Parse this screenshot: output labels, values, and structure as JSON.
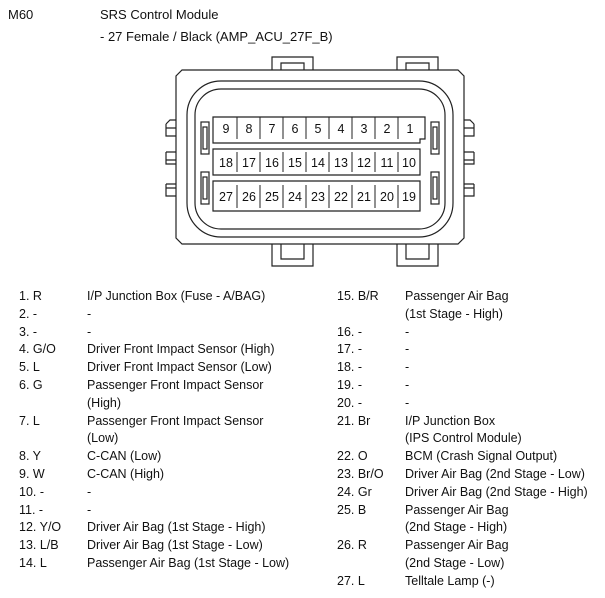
{
  "header": {
    "code": "M60",
    "title": "SRS Control Module",
    "subtitle": "- 27 Female / Black (AMP_ACU_27F_B)"
  },
  "connector": {
    "row1": [
      "9",
      "8",
      "7",
      "6",
      "5",
      "4",
      "3",
      "2",
      "1"
    ],
    "row2": [
      "18",
      "17",
      "16",
      "15",
      "14",
      "13",
      "12",
      "11",
      "10"
    ],
    "row3": [
      "27",
      "26",
      "25",
      "24",
      "23",
      "22",
      "21",
      "20",
      "19"
    ]
  },
  "pins_left": [
    {
      "pin": "1. R",
      "lines": [
        "I/P Junction Box (Fuse - A/BAG)"
      ]
    },
    {
      "pin": "2. -",
      "lines": [
        "-"
      ]
    },
    {
      "pin": "3. -",
      "lines": [
        "-"
      ]
    },
    {
      "pin": "4. G/O",
      "lines": [
        "Driver Front Impact Sensor (High)"
      ]
    },
    {
      "pin": "5. L",
      "lines": [
        "Driver Front Impact Sensor (Low)"
      ]
    },
    {
      "pin": "6. G",
      "lines": [
        "Passenger Front Impact Sensor",
        "(High)"
      ]
    },
    {
      "pin": "7. L",
      "lines": [
        "Passenger Front Impact Sensor",
        "(Low)"
      ]
    },
    {
      "pin": "8. Y",
      "lines": [
        "C-CAN (Low)"
      ]
    },
    {
      "pin": "9. W",
      "lines": [
        "C-CAN (High)"
      ]
    },
    {
      "pin": "10. -",
      "lines": [
        "-"
      ]
    },
    {
      "pin": "11. -",
      "lines": [
        "-"
      ]
    },
    {
      "pin": "12. Y/O",
      "lines": [
        "Driver Air Bag (1st Stage - High)"
      ]
    },
    {
      "pin": "13. L/B",
      "lines": [
        "Driver Air Bag (1st Stage - Low)"
      ]
    },
    {
      "pin": "14. L",
      "lines": [
        "Passenger Air Bag (1st Stage - Low)"
      ]
    }
  ],
  "pins_right": [
    {
      "pin": "15. B/R",
      "lines": [
        "Passenger Air Bag",
        "(1st Stage - High)"
      ]
    },
    {
      "pin": "16. -",
      "lines": [
        "-"
      ]
    },
    {
      "pin": "17. -",
      "lines": [
        "-"
      ]
    },
    {
      "pin": "18. -",
      "lines": [
        "-"
      ]
    },
    {
      "pin": "19. -",
      "lines": [
        "-"
      ]
    },
    {
      "pin": "20. -",
      "lines": [
        "-"
      ]
    },
    {
      "pin": "21. Br",
      "lines": [
        "I/P Junction Box",
        "(IPS Control Module)"
      ]
    },
    {
      "pin": "22. O",
      "lines": [
        "BCM (Crash Signal Output)"
      ]
    },
    {
      "pin": "23. Br/O",
      "lines": [
        "Driver Air Bag (2nd Stage - Low)"
      ]
    },
    {
      "pin": "24. Gr",
      "lines": [
        "Driver Air Bag (2nd Stage - High)"
      ]
    },
    {
      "pin": "25. B",
      "lines": [
        "Passenger Air Bag",
        "(2nd Stage - High)"
      ]
    },
    {
      "pin": "26. R",
      "lines": [
        "Passenger Air Bag",
        "(2nd Stage - Low)"
      ]
    },
    {
      "pin": "27. L",
      "lines": [
        "Telltale Lamp (-)"
      ]
    }
  ]
}
